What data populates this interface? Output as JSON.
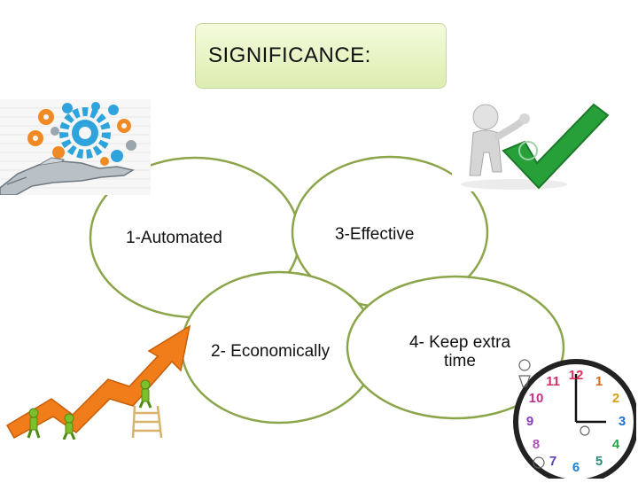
{
  "title": "SIGNIFICANCE:",
  "nodes": [
    {
      "id": "automated",
      "label": "1-Automated"
    },
    {
      "id": "economically",
      "label": "2- Economically"
    },
    {
      "id": "effective",
      "label": "3-Effective"
    },
    {
      "id": "keep-extra-time",
      "label": "4- Keep extra time"
    }
  ],
  "colors": {
    "ellipse_stroke": "#8ca54a",
    "title_fill": "#e4f2c2",
    "gear_blue": "#2ea3dc",
    "gear_orange": "#f08a24",
    "check_green": "#27a03a",
    "arrow_orange": "#f07d1a",
    "figure_green": "#7cbf2a"
  },
  "clock": {
    "numbers": [
      "12",
      "1",
      "2",
      "3",
      "4",
      "5",
      "6",
      "7",
      "8",
      "9",
      "10",
      "11"
    ]
  },
  "icons": [
    "gears-robot-hand-icon",
    "thumbs-up-checkmark-icon",
    "growth-arrow-icon",
    "clock-icon"
  ]
}
